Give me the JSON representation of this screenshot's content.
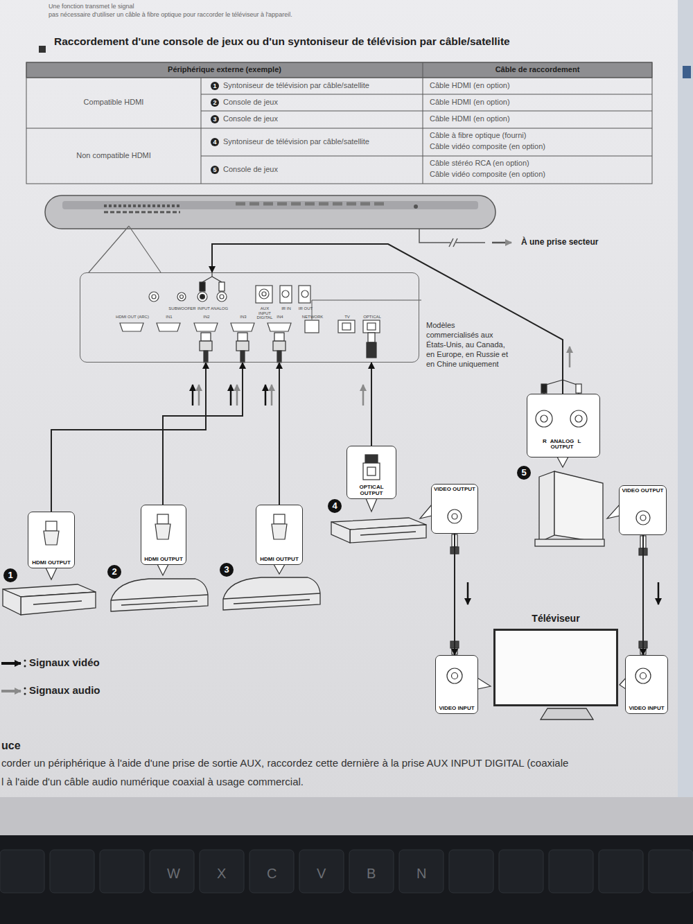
{
  "diagram": {
    "title": "Raccordement d'une console de jeux ou d'un syntoniseur de télévision par câble/satellite",
    "nodes": [
      {
        "text": [
          "SUBWOOFER",
          "INPUT ANALOG",
          "AUX INPUT DIGITAL",
          "IR IN",
          "IR OUT",
          "HDMI OUT (ARC)",
          "IN1",
          "IN2",
          "IN3",
          "IN4",
          "NETWORK",
          "TV",
          "OPTICAL"
        ]
      },
      {
        "text": [
          "HDMI OUTPUT"
        ]
      },
      {
        "text": [
          "HDMI OUTPUT"
        ]
      },
      {
        "text": [
          "HDMI OUTPUT"
        ]
      },
      {
        "text": [
          "OPTICAL OUTPUT"
        ]
      },
      {
        "text": [
          "VIDEO OUTPUT"
        ]
      },
      {
        "text": [
          "R",
          "L",
          "ANALOG OUTPUT"
        ]
      },
      {
        "text": [
          "VIDEO OUTPUT"
        ]
      },
      {
        "text": [
          "Téléviseur"
        ]
      },
      {
        "text": [
          "VIDEO INPUT"
        ]
      },
      {
        "text": [
          "VIDEO INPUT"
        ]
      }
    ],
    "edges": [
      {
        "from": 1,
        "to": 0,
        "arrow": "to"
      },
      {
        "from": 2,
        "to": 0,
        "arrow": "to"
      },
      {
        "from": 3,
        "to": 0,
        "arrow": "to"
      },
      {
        "from": 4,
        "to": 0,
        "arrow": "to"
      },
      {
        "from": 6,
        "to": 0,
        "arrow": "to"
      },
      {
        "from": 5,
        "to": 9,
        "arrow": "to"
      },
      {
        "from": 7,
        "to": 10,
        "arrow": "to"
      }
    ],
    "labels": [
      "Une fonction transmet le signal",
      "pas nécessaire d'utiliser un câble à fibre optique pour raccorder le téléviseur à l'appareil.",
      "Périphérique externe (exemple)",
      "Câble de raccordement",
      "Compatible HDMI",
      "1",
      "Syntoniseur de télévision par câble/satellite",
      "Câble HDMI (en option)",
      "2",
      "Console de jeux",
      "Câble HDMI (en option)",
      "3",
      "Console de jeux",
      "Câble HDMI (en option)",
      "Non compatible HDMI",
      "4",
      "Syntoniseur de télévision par câble/satellite",
      "Câble à fibre optique (fourni)",
      "Câble vidéo composite (en option)",
      "5",
      "Console de jeux",
      "Câble stéréo RCA (en option)",
      "Câble vidéo composite (en option)",
      "À une prise secteur",
      "Modèles commercialisés aux États-Unis, au Canada, en Europe, en Russie et en Chine uniquement",
      "1",
      "2",
      "3",
      "4",
      "5",
      "uce",
      "corder un périphérique à l'aide d'une prise de sortie AUX, raccordez cette dernière à la prise AUX INPUT DIGITAL (coaxiale",
      "l à l'aide d'un câble audio numérique coaxial à usage commercial.",
      "W",
      "X",
      "C",
      "V",
      "B",
      "N"
    ],
    "legend": [
      {
        "text": "Signaux vidéo"
      },
      {
        "text": "Signaux audio"
      }
    ]
  }
}
